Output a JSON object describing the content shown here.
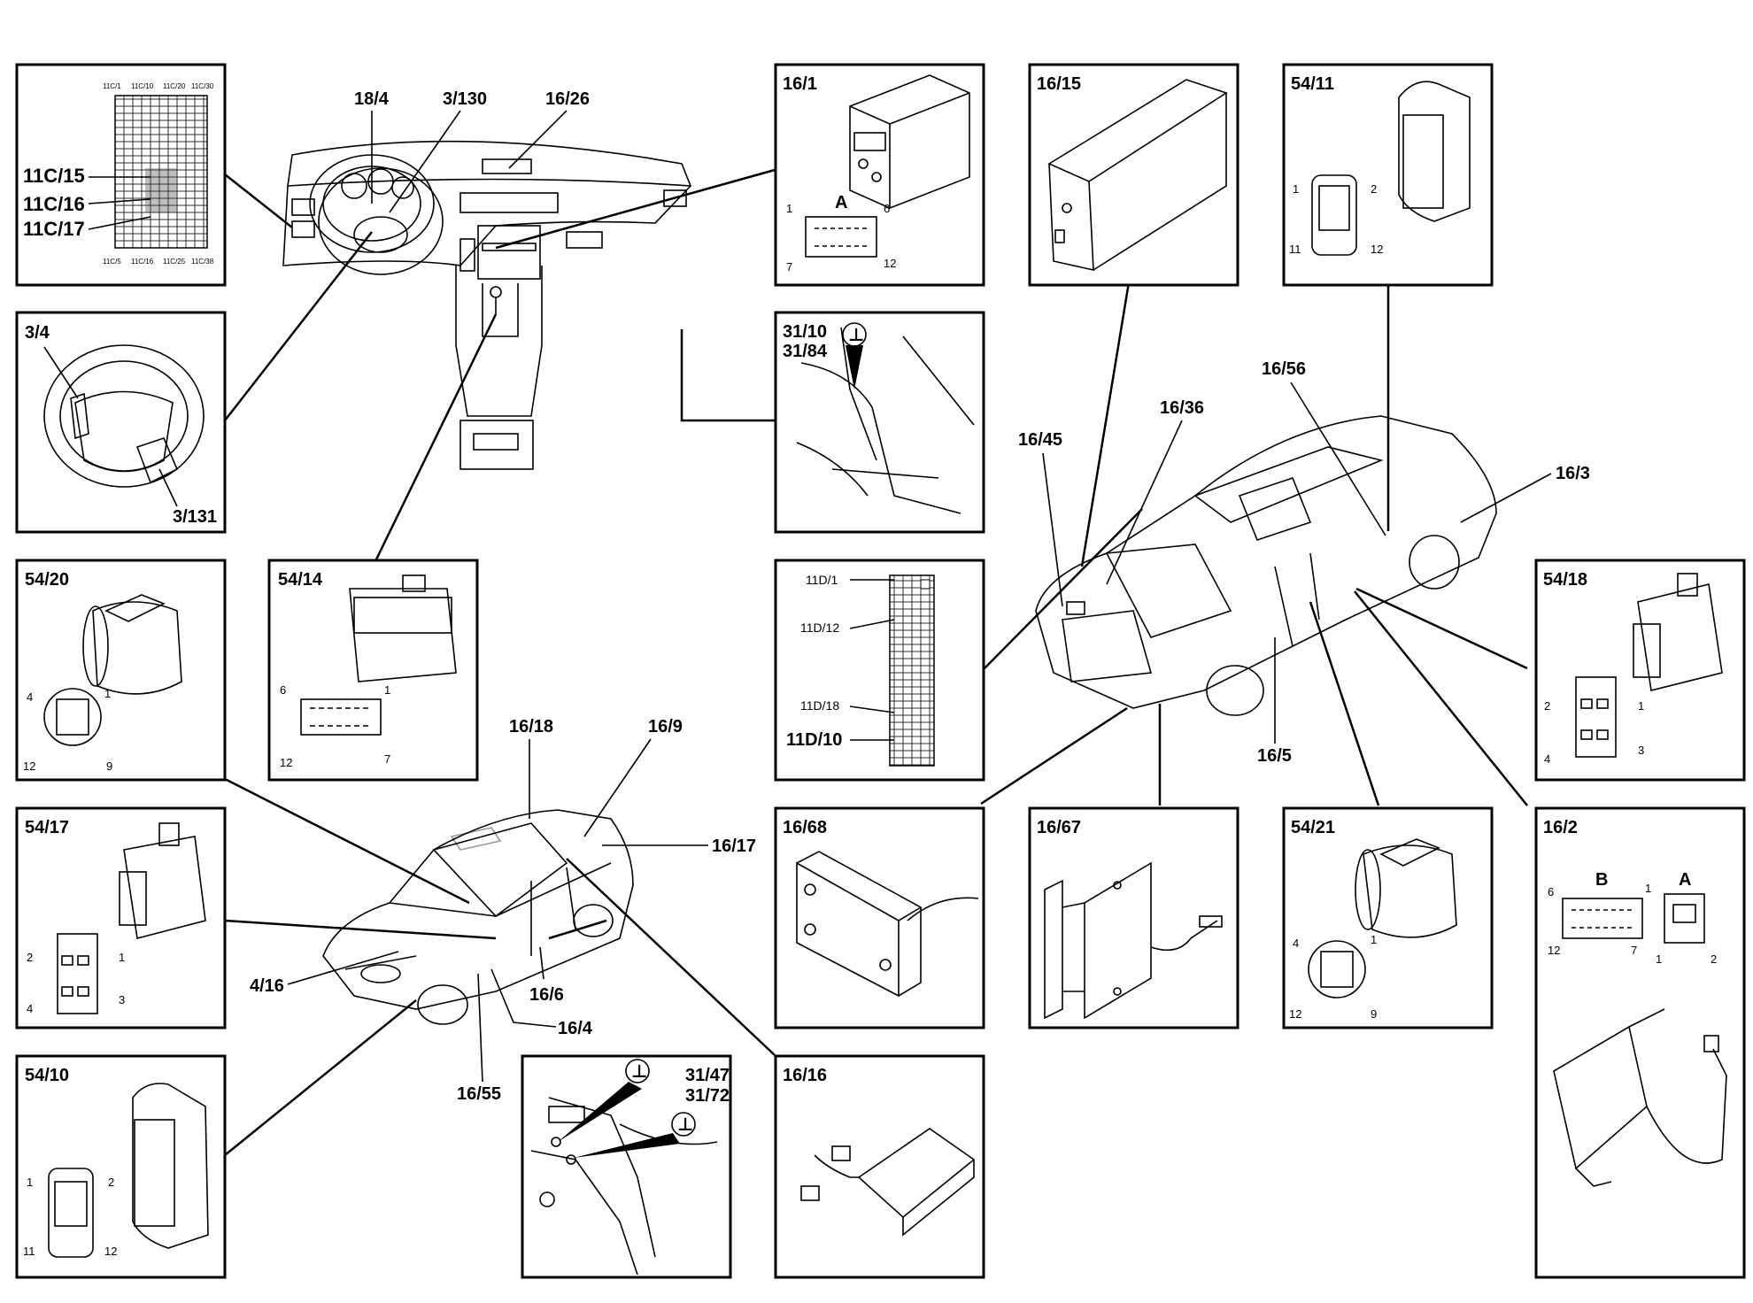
{
  "labels": {
    "b1_11c15": "11C/15",
    "b1_11c16": "11C/16",
    "b1_11c17": "11C/17",
    "b1_11c1": "11C/1",
    "b1_11c10": "11C/10",
    "b1_11c20": "11C/20",
    "b1_11c30": "11C/30",
    "b1_11c5": "11C/5",
    "b1_11c16s": "11C/16",
    "b1_11c25": "11C/25",
    "b1_11c38": "11C/38",
    "dash_18_4": "18/4",
    "dash_3_130": "3/130",
    "dash_16_26": "16/26",
    "b2_3_4": "3/4",
    "b2_3_131": "3/131",
    "b3_54_20": "54/20",
    "b3_p4": "4",
    "b3_p1": "1",
    "b3_p12": "12",
    "b3_p9": "9",
    "b4_54_14": "54/14",
    "b4_p6": "6",
    "b4_p1": "1",
    "b4_p12": "12",
    "b4_p7": "7",
    "b5_54_17": "54/17",
    "b5_p2": "2",
    "b5_p1": "1",
    "b5_p4": "4",
    "b5_p3": "3",
    "b6_54_10": "54/10",
    "b6_p1": "1",
    "b6_p2": "2",
    "b6_p11": "11",
    "b6_p12": "12",
    "b7_16_1": "16/1",
    "b7_A": "A",
    "b7_p1": "1",
    "b7_p6": "6",
    "b7_p7": "7",
    "b7_p12": "12",
    "b8_31_10": "31/10",
    "b8_31_84": "31/84",
    "b9_11d1": "11D/1",
    "b9_11d12": "11D/12",
    "b9_11d18": "11D/18",
    "b9_11d10": "11D/10",
    "b10_16_68": "16/68",
    "b11_16_16": "16/16",
    "b12_16_15": "16/15",
    "b13_16_67": "16/67",
    "b14_54_11": "54/11",
    "b14_p1": "1",
    "b14_p2": "2",
    "b14_p11": "11",
    "b14_p12": "12",
    "b15_54_21": "54/21",
    "b15_p4": "4",
    "b15_p1": "1",
    "b15_p12": "12",
    "b15_p9": "9",
    "b16_54_18": "54/18",
    "b16_p2": "2",
    "b16_p1": "1",
    "b16_p4": "4",
    "b16_p3": "3",
    "b17_16_2": "16/2",
    "b17_B": "B",
    "b17_A": "A",
    "b17_p6": "6",
    "b17_p1": "1",
    "b17_p12": "12",
    "b17_p7": "7",
    "b17_pA1": "1",
    "b17_pA2": "2",
    "ground_31_47": "31/47",
    "ground_31_72": "31/72",
    "car1_16_18": "16/18",
    "car1_16_9": "16/9",
    "car1_16_17": "16/17",
    "car1_4_16": "4/16",
    "car1_16_6": "16/6",
    "car1_16_4": "16/4",
    "car1_16_55": "16/55",
    "car2_16_56": "16/56",
    "car2_16_36": "16/36",
    "car2_16_45": "16/45",
    "car2_16_3": "16/3",
    "car2_16_5": "16/5",
    "ground_symbol": "⊥"
  }
}
